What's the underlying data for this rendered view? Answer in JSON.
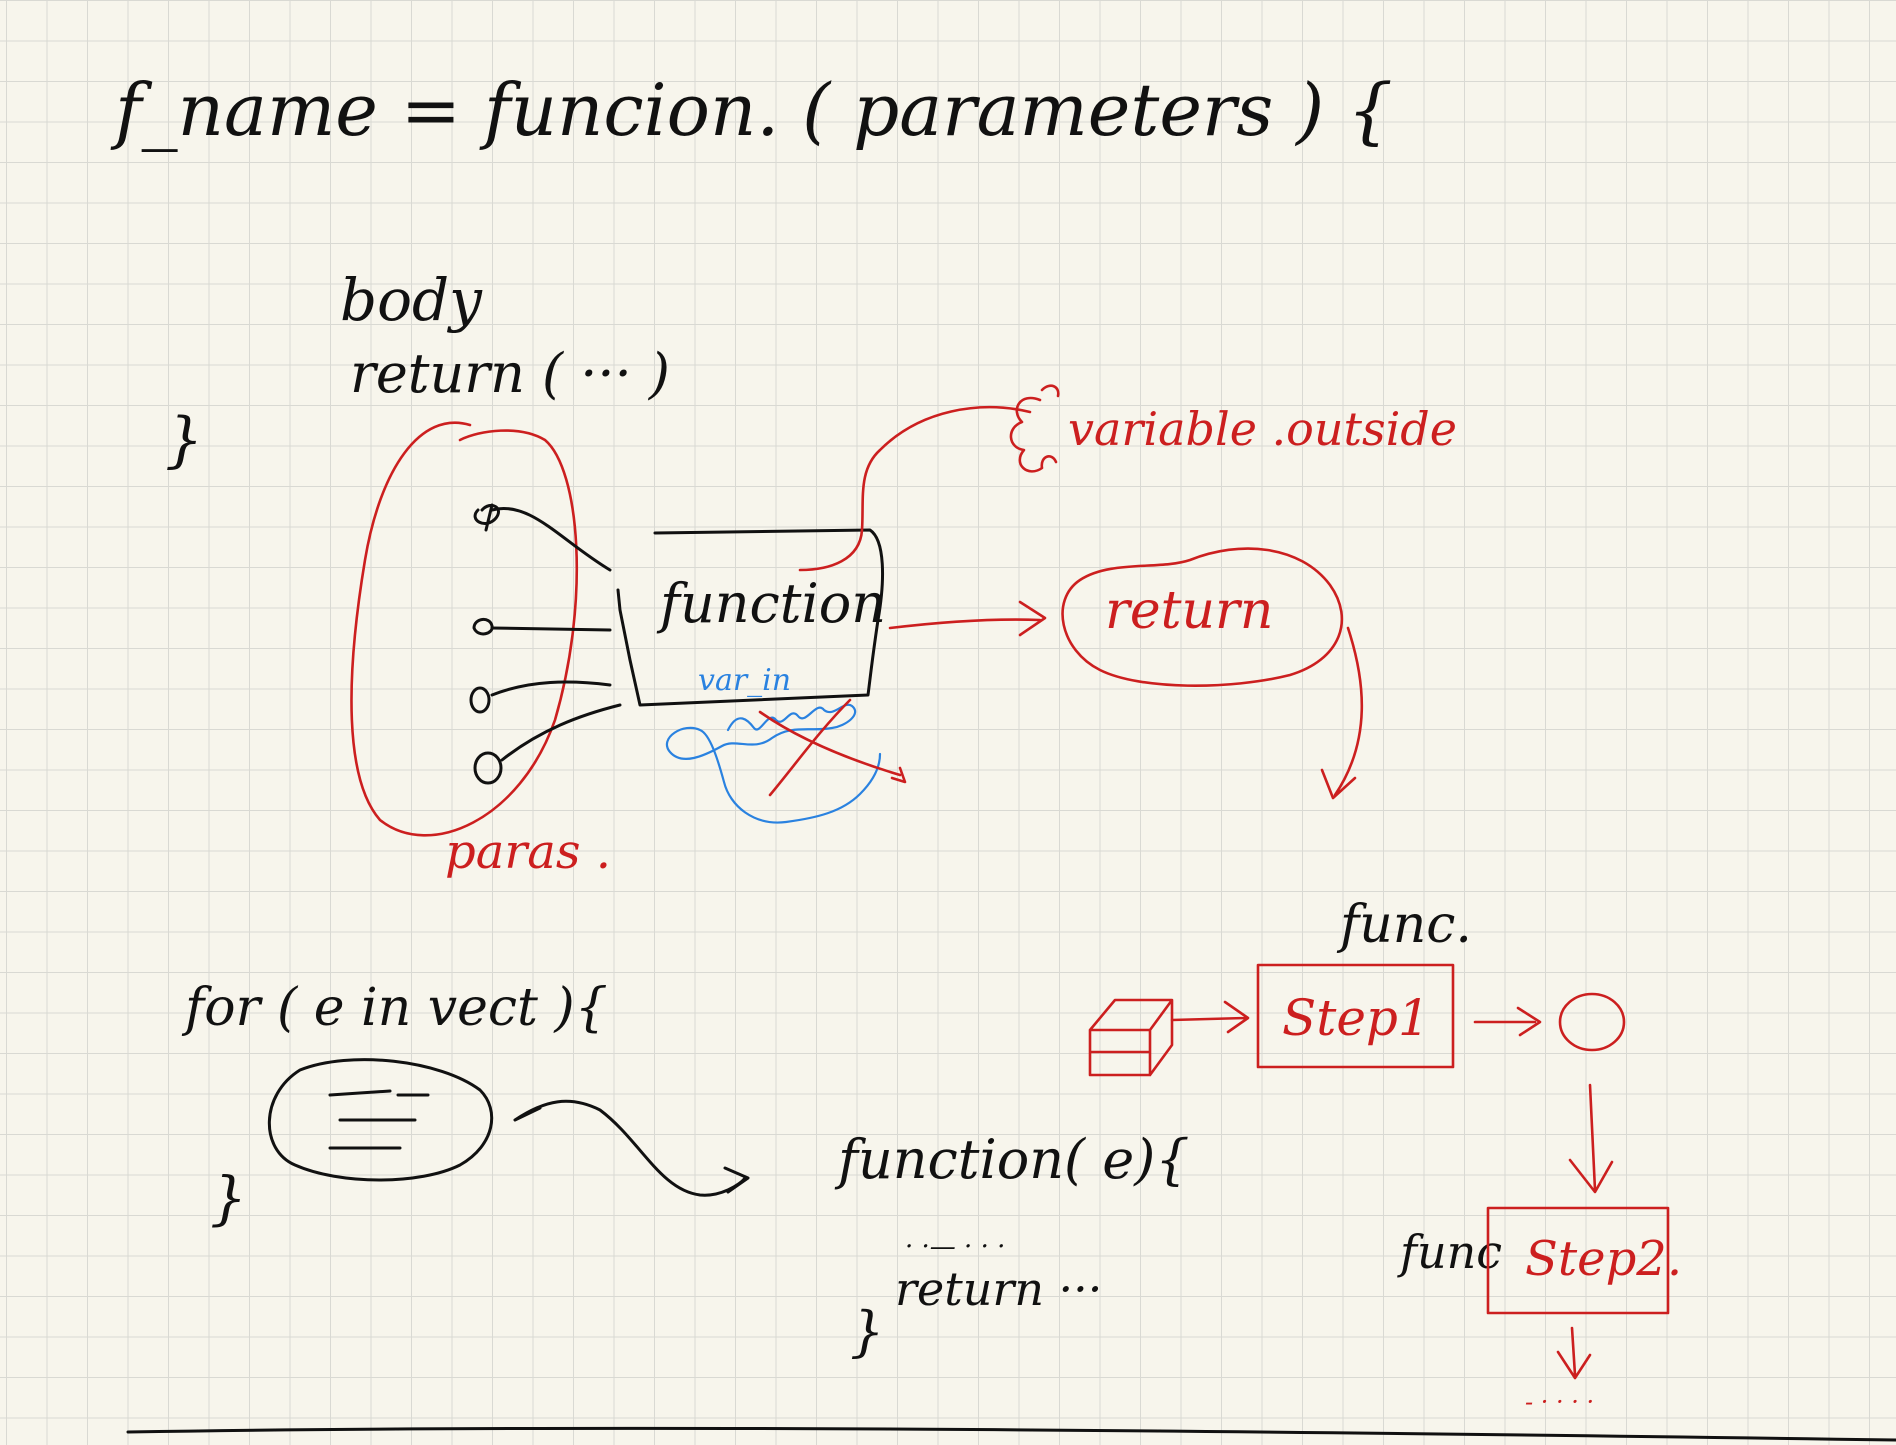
{
  "header": {
    "signature": "f_name = funcion. ( parameters ) {"
  },
  "definition": {
    "body": "body",
    "return_line": "return (   ···  )",
    "close_brace": "}"
  },
  "diagram": {
    "function_box": "function",
    "var_in": "var_in",
    "variable_outside": "variable .outside",
    "return_bubble": "return",
    "paras": "paras ."
  },
  "loop": {
    "header": "for ( e in vect ){",
    "close_brace": "}",
    "function_header": "function( e){",
    "return_line": "return ···",
    "function_close": "}",
    "dots": "· ·— · · ·"
  },
  "pipeline": {
    "func_label_1": "func.",
    "step1": "Step1",
    "func_label_2": "func",
    "step2": "Step2.",
    "trailing_dots": "- · · · ·"
  },
  "colors": {
    "ink": "#111111",
    "red_ink": "#cc1f1f",
    "blue_ink": "#2a82e0",
    "paper": "#f7f5ec",
    "grid": "#d9d9d3"
  }
}
